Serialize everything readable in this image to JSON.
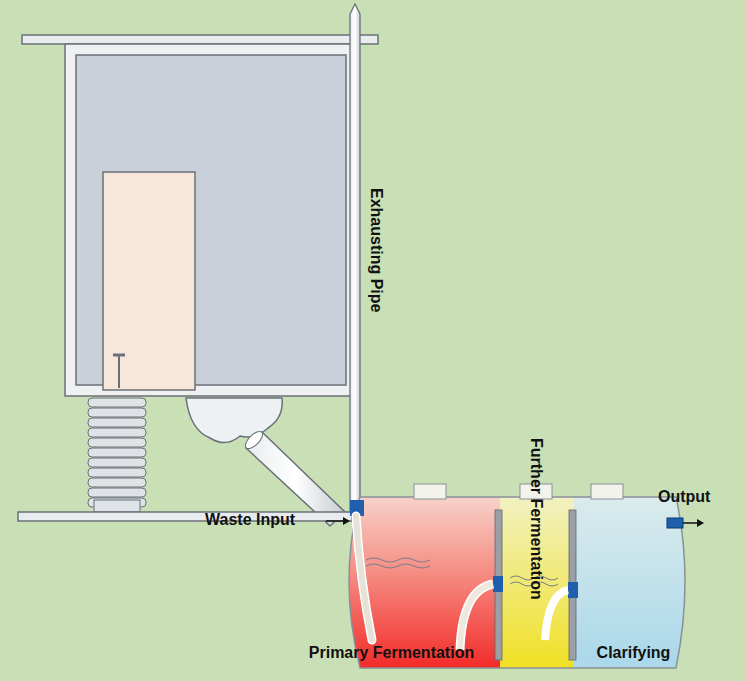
{
  "diagram": {
    "nodes": [
      {
        "text": [
          "Primary Fermentation"
        ]
      },
      {
        "text": [
          "Further Fermentation"
        ]
      },
      {
        "text": [
          "Clarifying"
        ]
      }
    ],
    "edges": [
      {
        "from": 0,
        "to": 1,
        "arrow": "none"
      },
      {
        "from": 1,
        "to": 2,
        "arrow": "none"
      }
    ],
    "labels": [
      "Exhausting Pipe",
      "Waste Input",
      "Output"
    ]
  }
}
